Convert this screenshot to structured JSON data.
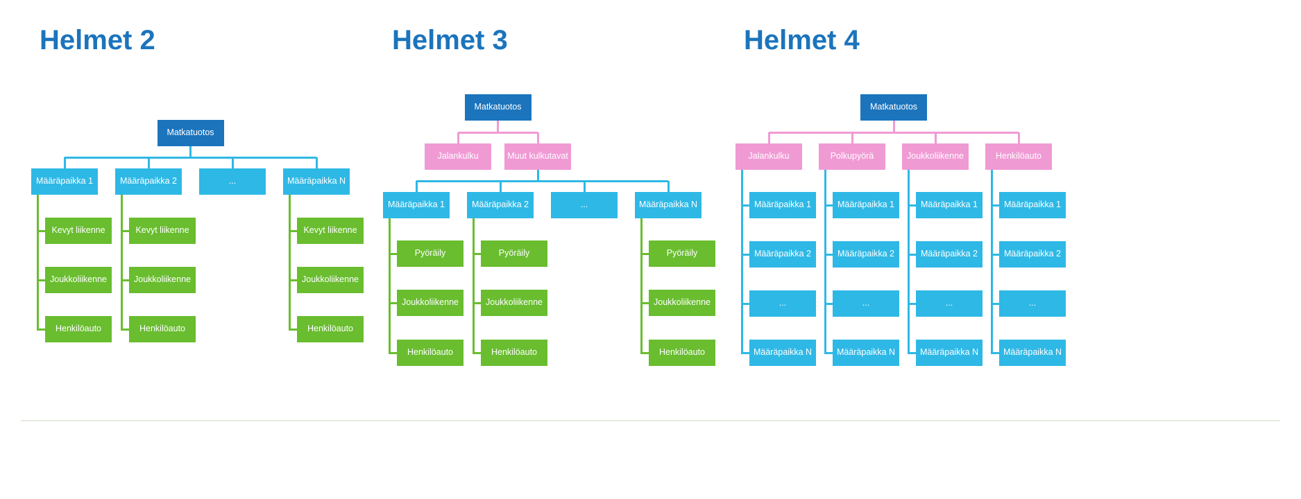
{
  "colors": {
    "background": "#ffffff",
    "title": "#1b74bc",
    "root_box": "#1b74bc",
    "destination_box": "#2eb8e6",
    "mode_box": "#69bd2f",
    "category_box": "#f09ad4",
    "box_text": "#ffffff"
  },
  "footer_rule": {
    "color": "#e4ece0"
  },
  "diagrams": [
    {
      "title": "Helmet 2",
      "root": "Matkatuotos",
      "destinations": [
        {
          "label": "Määräpaikka 1",
          "modes": [
            "Kevyt liikenne",
            "Joukkoliikenne",
            "Henkilöauto"
          ]
        },
        {
          "label": "Määräpaikka 2",
          "modes": [
            "Kevyt liikenne",
            "Joukkoliikenne",
            "Henkilöauto"
          ]
        },
        {
          "label": "...",
          "modes": []
        },
        {
          "label": "Määräpaikka N",
          "modes": [
            "Kevyt liikenne",
            "Joukkoliikenne",
            "Henkilöauto"
          ]
        }
      ]
    },
    {
      "title": "Helmet 3",
      "root": "Matkatuotos",
      "categories": [
        {
          "label": "Jalankulku",
          "destinations": []
        },
        {
          "label": "Muut kulkutavat",
          "destinations": [
            {
              "label": "Määräpaikka 1",
              "modes": [
                "Pyöräily",
                "Joukkoliikenne",
                "Henkilöauto"
              ]
            },
            {
              "label": "Määräpaikka 2",
              "modes": [
                "Pyöräily",
                "Joukkoliikenne",
                "Henkilöauto"
              ]
            },
            {
              "label": "...",
              "modes": []
            },
            {
              "label": "Määräpaikka N",
              "modes": [
                "Pyöräily",
                "Joukkoliikenne",
                "Henkilöauto"
              ]
            }
          ]
        }
      ]
    },
    {
      "title": "Helmet 4",
      "root": "Matkatuotos",
      "categories": [
        {
          "label": "Jalankulku",
          "destinations": [
            "Määräpaikka 1",
            "Määräpaikka 2",
            "...",
            "Määräpaikka N"
          ]
        },
        {
          "label": "Polkupyörä",
          "destinations": [
            "Määräpaikka 1",
            "Määräpaikka 2",
            "...",
            "Määräpaikka N"
          ]
        },
        {
          "label": "Joukkoliikenne",
          "destinations": [
            "Määräpaikka 1",
            "Määräpaikka 2",
            "...",
            "Määräpaikka N"
          ]
        },
        {
          "label": "Henkilöauto",
          "destinations": [
            "Määräpaikka 1",
            "Määräpaikka 2",
            "...",
            "Määräpaikka N"
          ]
        }
      ]
    }
  ]
}
